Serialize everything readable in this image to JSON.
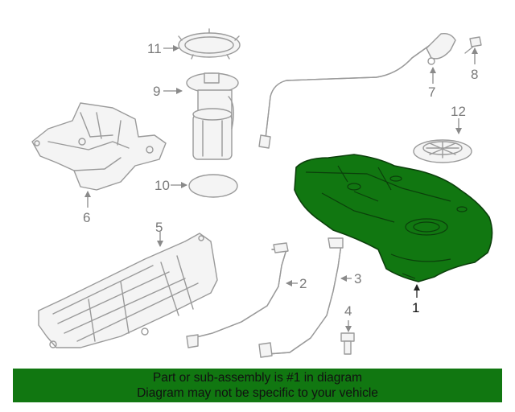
{
  "callouts": {
    "c1": "1",
    "c2": "2",
    "c3": "3",
    "c4": "4",
    "c5": "5",
    "c6": "6",
    "c7": "7",
    "c8": "8",
    "c9": "9",
    "c10": "10",
    "c11": "11",
    "c12": "12"
  },
  "banner": {
    "line1": "Part or sub-assembly is #1 in diagram",
    "line2": "Diagram may not be specific to your vehicle"
  },
  "colors": {
    "highlight": "#117711",
    "part_stroke": "#9a9a9a",
    "label_gray": "#7a7a7a"
  }
}
